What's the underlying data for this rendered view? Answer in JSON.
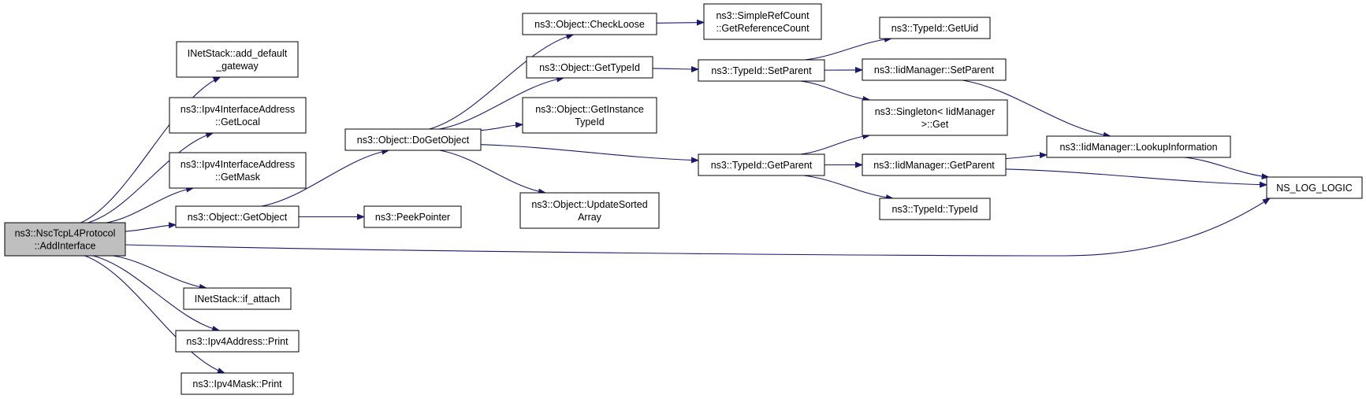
{
  "colors": {
    "edge": "#191970",
    "node_fill": "#ffffff",
    "root_fill": "#bfbfbf",
    "node_border": "#000000"
  },
  "nodes": [
    {
      "id": "root",
      "lines": [
        "ns3::NscTcpL4Protocol",
        "::AddInterface"
      ],
      "root": true
    },
    {
      "id": "inet_add_gw",
      "lines": [
        "INetStack::add_default",
        "_gateway"
      ]
    },
    {
      "id": "ipv4ifaddr_getlocal",
      "lines": [
        "ns3::Ipv4InterfaceAddress",
        "::GetLocal"
      ]
    },
    {
      "id": "ipv4ifaddr_getmask",
      "lines": [
        "ns3::Ipv4InterfaceAddress",
        "::GetMask"
      ]
    },
    {
      "id": "object_getobject",
      "lines": [
        "ns3::Object::GetObject"
      ]
    },
    {
      "id": "inet_if_attach",
      "lines": [
        "INetStack::if_attach"
      ]
    },
    {
      "id": "ipv4addr_print",
      "lines": [
        "ns3::Ipv4Address::Print"
      ]
    },
    {
      "id": "ipv4mask_print",
      "lines": [
        "ns3::Ipv4Mask::Print"
      ]
    },
    {
      "id": "object_dogetobject",
      "lines": [
        "ns3::Object::DoGetObject"
      ]
    },
    {
      "id": "peekpointer",
      "lines": [
        "ns3::PeekPointer"
      ]
    },
    {
      "id": "object_checkloose",
      "lines": [
        "ns3::Object::CheckLoose"
      ]
    },
    {
      "id": "object_gettypeid",
      "lines": [
        "ns3::Object::GetTypeId"
      ]
    },
    {
      "id": "object_getinstancetypeid",
      "lines": [
        "ns3::Object::GetInstance",
        "TypeId"
      ]
    },
    {
      "id": "object_updatesortedarray",
      "lines": [
        "ns3::Object::UpdateSorted",
        "Array"
      ]
    },
    {
      "id": "simplerefcount_getrefcount",
      "lines": [
        "ns3::SimpleRefCount",
        "::GetReferenceCount"
      ]
    },
    {
      "id": "typeid_setparent",
      "lines": [
        "ns3::TypeId::SetParent"
      ]
    },
    {
      "id": "typeid_getparent",
      "lines": [
        "ns3::TypeId::GetParent"
      ]
    },
    {
      "id": "typeid_getuid",
      "lines": [
        "ns3::TypeId::GetUid"
      ]
    },
    {
      "id": "iidmanager_setparent",
      "lines": [
        "ns3::IidManager::SetParent"
      ]
    },
    {
      "id": "singleton_get",
      "lines": [
        "ns3::Singleton< IidManager",
        " >::Get"
      ]
    },
    {
      "id": "iidmanager_getparent",
      "lines": [
        "ns3::IidManager::GetParent"
      ]
    },
    {
      "id": "typeid_typeid",
      "lines": [
        "ns3::TypeId::TypeId"
      ]
    },
    {
      "id": "iidmanager_lookupinfo",
      "lines": [
        "ns3::IidManager::LookupInformation"
      ]
    },
    {
      "id": "ns_log_logic",
      "lines": [
        "NS_LOG_LOGIC"
      ]
    }
  ],
  "edges": [
    [
      "root",
      "inet_add_gw"
    ],
    [
      "root",
      "ipv4ifaddr_getlocal"
    ],
    [
      "root",
      "ipv4ifaddr_getmask"
    ],
    [
      "root",
      "object_getobject"
    ],
    [
      "root",
      "ns_log_logic"
    ],
    [
      "root",
      "inet_if_attach"
    ],
    [
      "root",
      "ipv4addr_print"
    ],
    [
      "root",
      "ipv4mask_print"
    ],
    [
      "object_getobject",
      "object_dogetobject"
    ],
    [
      "object_getobject",
      "peekpointer"
    ],
    [
      "object_dogetobject",
      "object_checkloose"
    ],
    [
      "object_dogetobject",
      "object_gettypeid"
    ],
    [
      "object_dogetobject",
      "object_getinstancetypeid"
    ],
    [
      "object_dogetobject",
      "typeid_getparent"
    ],
    [
      "object_dogetobject",
      "object_updatesortedarray"
    ],
    [
      "object_checkloose",
      "simplerefcount_getrefcount"
    ],
    [
      "object_gettypeid",
      "typeid_setparent"
    ],
    [
      "typeid_setparent",
      "typeid_getuid"
    ],
    [
      "typeid_setparent",
      "iidmanager_setparent"
    ],
    [
      "typeid_setparent",
      "singleton_get"
    ],
    [
      "typeid_getparent",
      "singleton_get"
    ],
    [
      "typeid_getparent",
      "iidmanager_getparent"
    ],
    [
      "typeid_getparent",
      "typeid_typeid"
    ],
    [
      "iidmanager_setparent",
      "iidmanager_lookupinfo"
    ],
    [
      "iidmanager_getparent",
      "iidmanager_lookupinfo"
    ],
    [
      "iidmanager_getparent",
      "ns_log_logic"
    ],
    [
      "iidmanager_lookupinfo",
      "ns_log_logic"
    ]
  ]
}
